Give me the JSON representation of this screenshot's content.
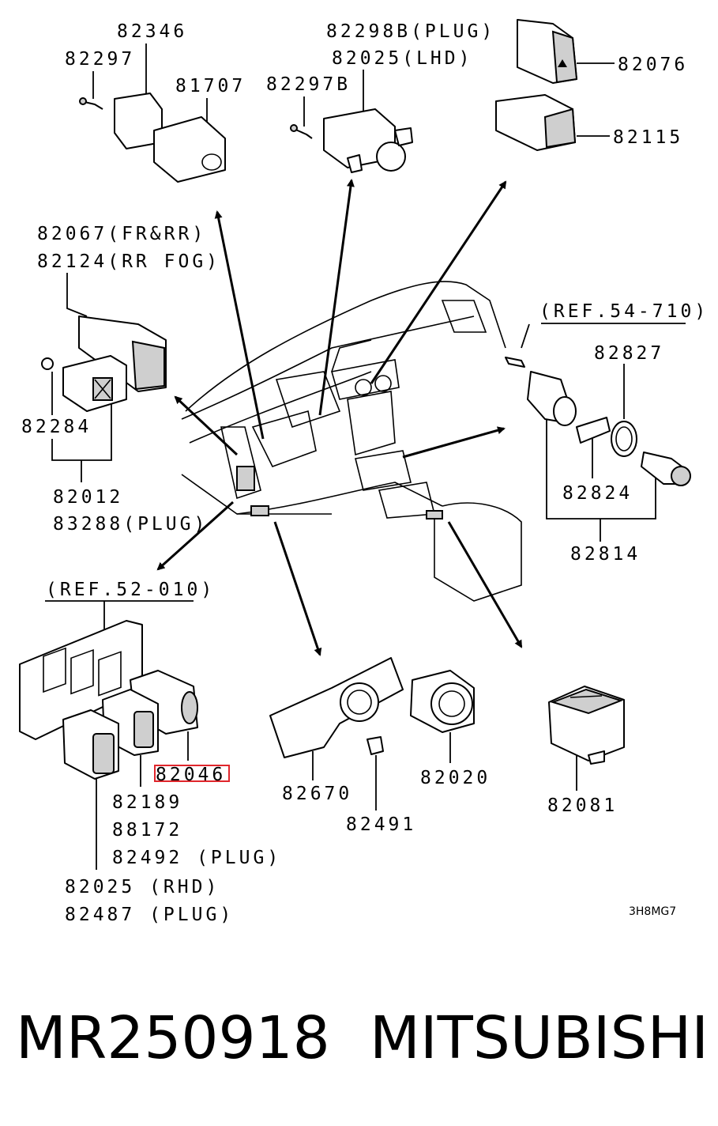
{
  "diagram": {
    "labels": {
      "l82346": "82346",
      "l82297": "82297",
      "l81707": "81707",
      "l82298b_plug": "82298B(PLUG)",
      "l82025_lhd": "82025(LHD)",
      "l82297b": "82297B",
      "l82076": "82076",
      "l82115": "82115",
      "l82067": "82067(FR&RR)",
      "l82124": "82124(RR FOG)",
      "l82284": "82284",
      "l82012": "82012",
      "l83288": "83288(PLUG)",
      "l_ref54": "(REF.54-710)",
      "l82827": "82827",
      "l82824": "82824",
      "l82814": "82814",
      "l_ref52": "(REF.52-010)",
      "l82046": "82046",
      "l82189": "82189",
      "l88172": "88172",
      "l82492": "82492 (PLUG)",
      "l82025_rhd": "82025 (RHD)",
      "l82487": "82487 (PLUG)",
      "l82670": "82670",
      "l82491": "82491",
      "l82020": "82020",
      "l82081": "82081"
    },
    "diagram_code": "3H8MG7",
    "highlight_color": "#e0262c"
  },
  "footer": {
    "part_number": "MR250918",
    "brand": "MITSUBISHI"
  }
}
